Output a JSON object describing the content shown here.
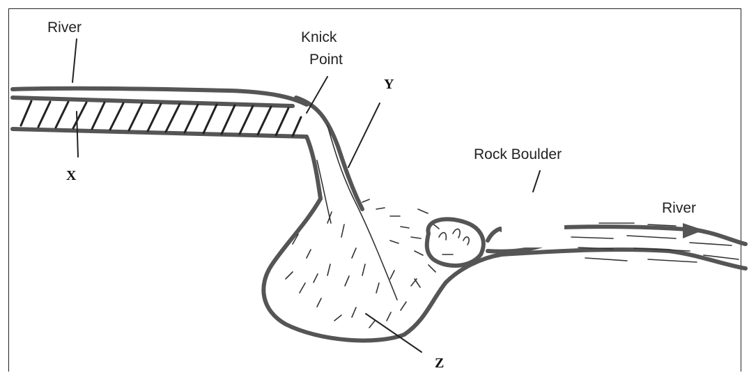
{
  "labels": {
    "river_left": "River",
    "knick_point_line1": "Knick",
    "knick_point_line2": "Point",
    "y": "Y",
    "x": "X",
    "rock_boulder": "Rock Boulder",
    "river_right": "River",
    "z": "Z"
  }
}
